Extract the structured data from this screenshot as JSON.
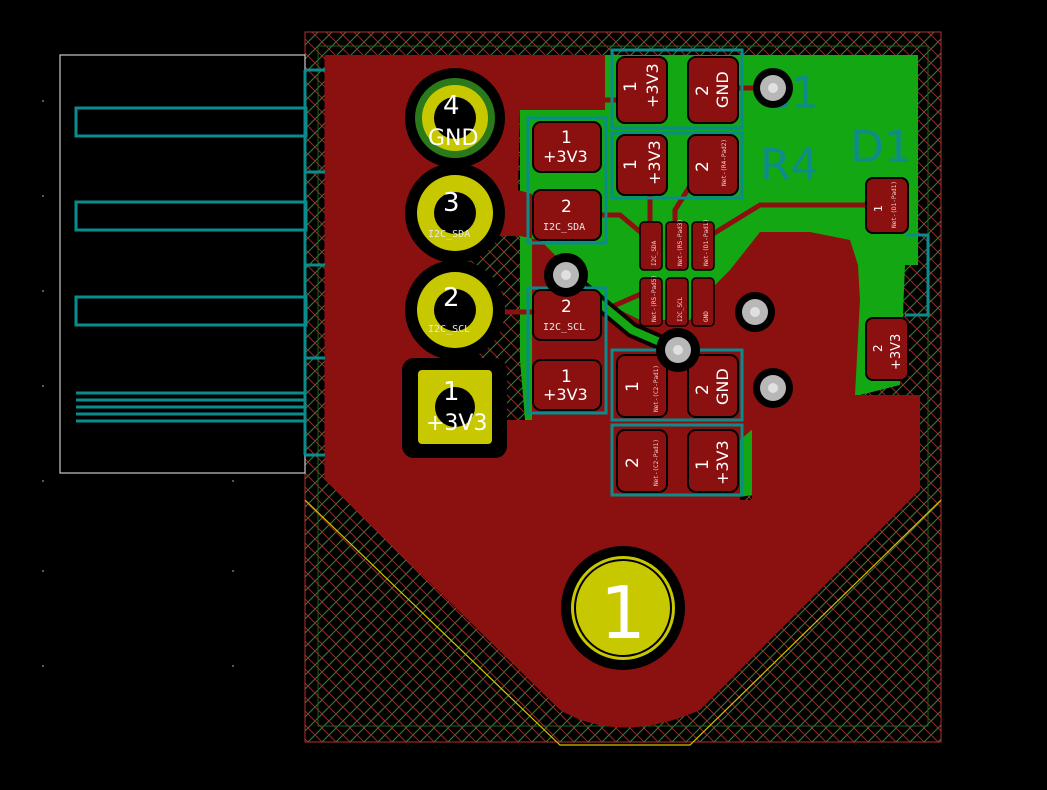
{
  "board": {
    "colors": {
      "copper_front": "#8b1111",
      "copper_back": "#13a813",
      "silkscreen": "#0a8c8c",
      "edge_cuts": "#d4c400",
      "courtyard": "#c8c8c8",
      "background": "#000000"
    }
  },
  "header": {
    "pins": [
      {
        "num": "4",
        "net": "GND"
      },
      {
        "num": "3",
        "net": "I2C_SDA"
      },
      {
        "num": "2",
        "net": "I2C_SCL"
      },
      {
        "num": "1",
        "net": "+3V3"
      }
    ]
  },
  "mounting_hole": {
    "num": "1"
  },
  "refs": {
    "c1": "C1",
    "r4": "R4",
    "d1": "D1"
  },
  "pads": {
    "c1_p1": {
      "num": "1",
      "net": "+3V3"
    },
    "c1_p2": {
      "num": "2",
      "net": "GND"
    },
    "r4_p1": {
      "num": "1",
      "net": "+3V3"
    },
    "r4_p2": {
      "num": "2",
      "net": ""
    },
    "ra_p1": {
      "num": "1",
      "net": "+3V3"
    },
    "ra_p2": {
      "num": "2",
      "net": "I2C_SDA"
    },
    "rb_p2": {
      "num": "2",
      "net": "I2C_SCL"
    },
    "rb_p1": {
      "num": "1",
      "net": "+3V3"
    },
    "rc_p1": {
      "num": "1",
      "net": ""
    },
    "rc_p2": {
      "num": "2",
      "net": "GND"
    },
    "rd_p2": {
      "num": "2",
      "net": ""
    },
    "rd_p1": {
      "num": "1",
      "net": "+3V3"
    },
    "d1_p1": {
      "num": "1",
      "net": ""
    },
    "d1_p2": {
      "num": "2",
      "net": "+3V3"
    }
  },
  "small_labels": {
    "r4_p2": "Net-(R4-Pad2)",
    "d1_p1": "Net-(D1-Pad1)",
    "rc_p1": "Net-(C2-Pad1)",
    "rd_p2": "Net-(C2-Pad1)",
    "u_pads": [
      "I2C_SDA",
      "Net-(R5-Pad3)",
      "Net-(D1-Pad1)",
      "Net-(R5-Pad5)",
      "I2C_SCL",
      "GND"
    ]
  }
}
